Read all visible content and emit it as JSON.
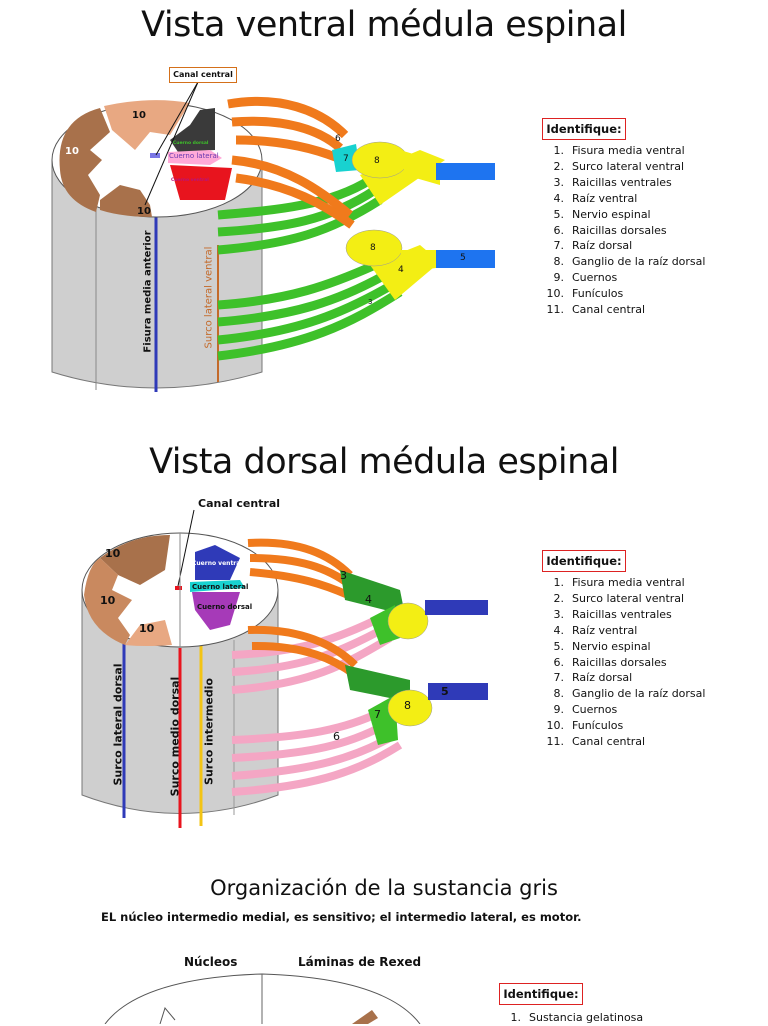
{
  "slide1": {
    "title": "Vista ventral médula espinal",
    "canal_label": "Canal central",
    "horn_labels": {
      "dorsal": "Cuerno dorsal",
      "lateral": "Cuerno lateral",
      "ventral": "Cuerno ventral"
    },
    "side_labels": {
      "left": "Fisura media anterior",
      "right": "Surco lateral ventral"
    },
    "numbers": {
      "n10a": "10",
      "n10b": "10",
      "n10c": "10",
      "n6": "6",
      "n7": "7",
      "n8a": "8",
      "n8b": "8",
      "n4": "4",
      "n5": "5",
      "n3": "3"
    },
    "identify": {
      "heading": "Identifique:",
      "items": [
        {
          "num": "1.",
          "text": "Fisura media ventral"
        },
        {
          "num": "2.",
          "text": "Surco lateral ventral"
        },
        {
          "num": "3.",
          "text": "Raicillas ventrales"
        },
        {
          "num": "4.",
          "text": "Raíz ventral"
        },
        {
          "num": "5.",
          "text": "Nervio espinal"
        },
        {
          "num": "6.",
          "text": "Raicillas  dorsales"
        },
        {
          "num": "7.",
          "text": "Raíz dorsal"
        },
        {
          "num": "8.",
          "text": "Ganglio de la raíz dorsal"
        },
        {
          "num": "9.",
          "text": "Cuernos"
        },
        {
          "num": "10.",
          "text": "Funículos"
        },
        {
          "num": "11.",
          "text": "Canal central"
        }
      ]
    }
  },
  "slide2": {
    "title": "Vista dorsal médula espinal",
    "canal_label": "Canal central",
    "horn_labels": {
      "ventral": "Cuerno ventral",
      "lateral": "Cuerno lateral",
      "dorsal": "Cuerno dorsal"
    },
    "side_labels": {
      "lateral_dorsal": "Surco lateral dorsal",
      "medio_dorsal": "Surco medio dorsal",
      "intermedio": "Surco intermedio"
    },
    "numbers": {
      "n10a": "10",
      "n10b": "10",
      "n10c": "10",
      "n3": "3",
      "n4": "4",
      "n5": "5",
      "n7": "7",
      "n8": "8",
      "n6": "6"
    },
    "identify": {
      "heading": "Identifique:",
      "items": [
        {
          "num": "1.",
          "text": "Fisura media ventral"
        },
        {
          "num": "2.",
          "text": "Surco lateral ventral"
        },
        {
          "num": "3.",
          "text": "Raicillas ventrales"
        },
        {
          "num": "4.",
          "text": "Raíz ventral"
        },
        {
          "num": "5.",
          "text": "Nervio espinal"
        },
        {
          "num": "6.",
          "text": "Raicillas  dorsales"
        },
        {
          "num": "7.",
          "text": "Raíz dorsal"
        },
        {
          "num": "8.",
          "text": "Ganglio de la raíz dorsal"
        },
        {
          "num": "9.",
          "text": "Cuernos"
        },
        {
          "num": "10.",
          "text": "Funículos"
        },
        {
          "num": "11.",
          "text": "Canal central"
        }
      ]
    }
  },
  "slide3": {
    "title": "Organización de la sustancia gris",
    "note": "EL núcleo intermedio medial, es sensitivo; el intermedio lateral, es motor.",
    "col_left": "Núcleos",
    "col_right": "Láminas de Rexed",
    "identify": {
      "heading": "Identifique:",
      "items": [
        {
          "num": "1.",
          "text": "Sustancia gelatinosa"
        }
      ]
    }
  },
  "colors": {
    "orange": "#f07a1c",
    "green": "#3ec12a",
    "yellow": "#f3ee14",
    "blue": "#1e74f0",
    "pink": "#f4a6c4",
    "dark_green": "#2c9a2c",
    "navy": "#2f3ab8",
    "cyan": "#18d2d0",
    "gray_cyl": "#cfcfcf",
    "tan": "#e8a882",
    "brown": "#a8714b",
    "red": "#e8141e",
    "box_red": "#dd2222"
  }
}
